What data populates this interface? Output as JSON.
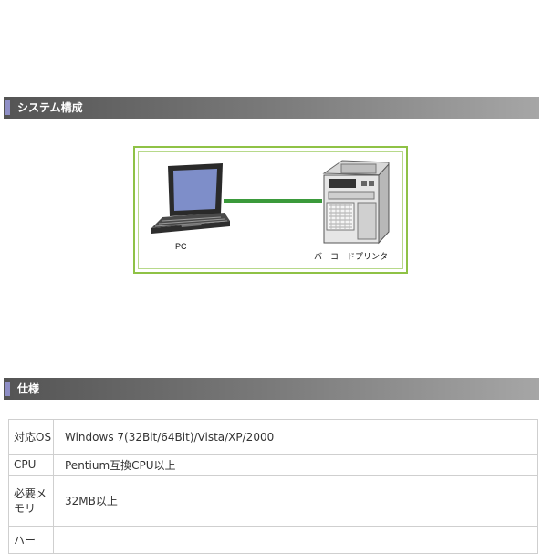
{
  "sections": {
    "system": {
      "title": "システム構成"
    },
    "spec": {
      "title": "仕様"
    }
  },
  "diagram": {
    "pc_label": "PC",
    "printer_label": "バーコードプリンタ",
    "connector_color": "#3b9a3b",
    "frame_color": "#8fc246"
  },
  "spec_table": {
    "rows": [
      {
        "key": "対応OS",
        "value": "Windows 7(32Bit/64Bit)/Vista/XP/2000"
      },
      {
        "key": "CPU",
        "value": "Pentium互換CPU以上"
      },
      {
        "key": "必要メモリ",
        "value": "32MB以上"
      },
      {
        "key": "ハー",
        "value": ""
      }
    ]
  },
  "colors": {
    "header_bar_accent": "#8f8fc6",
    "header_gradient_start": "#545454",
    "header_gradient_end": "#a6a6a6"
  }
}
